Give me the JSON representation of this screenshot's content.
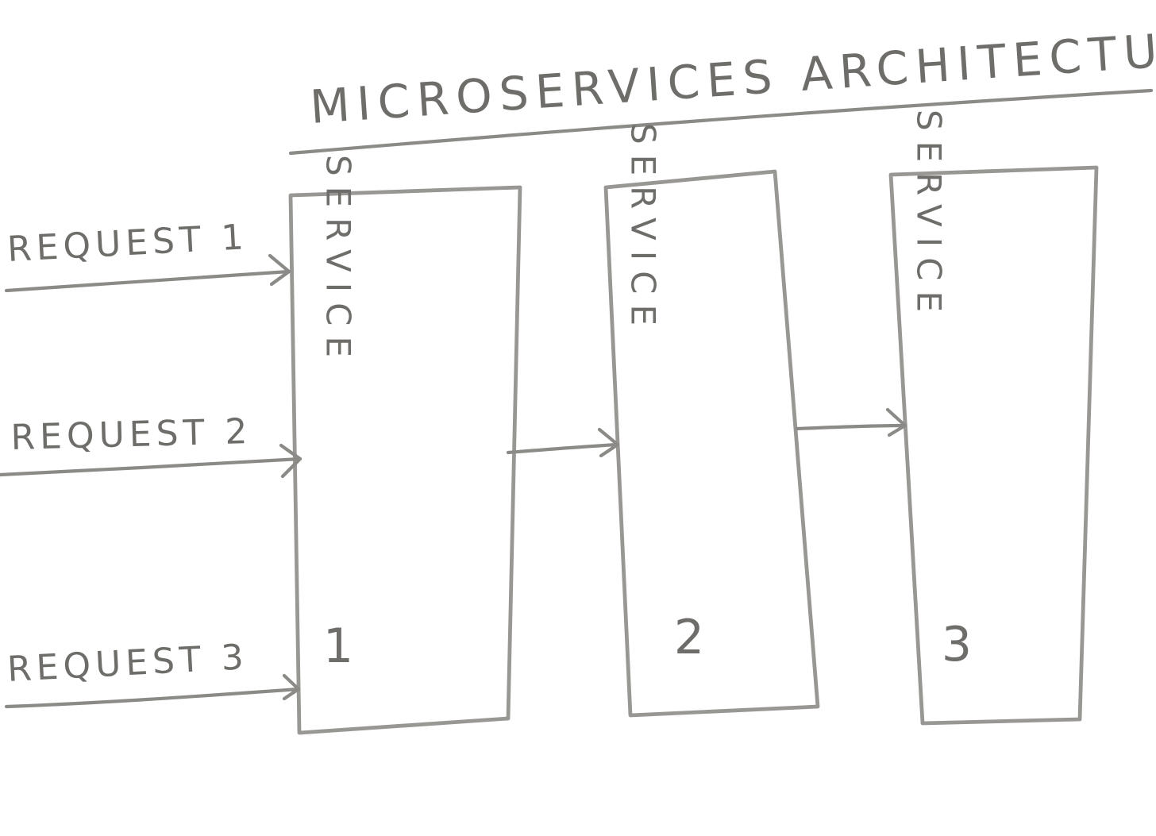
{
  "title": "MICROSERVICES ARCHITECTURE",
  "requests": [
    {
      "label": "REQUEST 1"
    },
    {
      "label": "REQUEST 2"
    },
    {
      "label": "REQUEST 3"
    }
  ],
  "services": [
    {
      "label": "SERVICE",
      "number": "1"
    },
    {
      "label": "SERVICE",
      "number": "2"
    },
    {
      "label": "SERVICE",
      "number": "3"
    }
  ],
  "colors": {
    "ink": "#6f6d6a",
    "stroke": "#8c8a87",
    "paper": "#ffffff"
  }
}
